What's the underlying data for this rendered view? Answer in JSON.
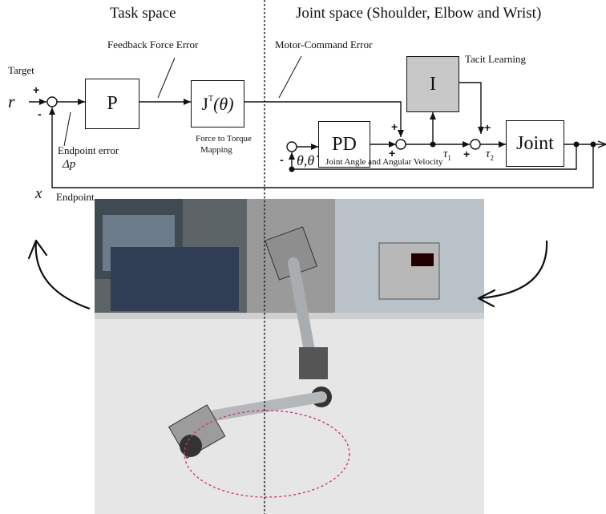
{
  "headers": {
    "task_space": "Task space",
    "joint_space": "Joint space (Shoulder, Elbow and Wrist)"
  },
  "labels": {
    "target": "Target",
    "r": "r",
    "feedback_force_error": "Feedback Force Error",
    "motor_command_error": "Motor-Command Error",
    "tacit_learning": "Tacit Learning",
    "endpoint_error": "Endpoint error",
    "delta_p": "Δp",
    "force_to_torque": "Force to Torque",
    "mapping": "Mapping",
    "joint_angle": "Joint Angle and Angular Velocity",
    "theta": "θ,θ̇",
    "x": "x",
    "endpoint": "Endpoint",
    "tau1": "τ",
    "tau1_sub": "1",
    "tau2": "τ",
    "tau2_sub": "2"
  },
  "blocks": {
    "p": "P",
    "jt": "J",
    "jt_sup": "T",
    "jt_arg": "(θ)",
    "i": "I",
    "pd": "PD",
    "joint": "Joint"
  },
  "signs": {
    "plus": "+",
    "minus": "-"
  },
  "colors": {
    "tacit_block": "#c8c8c8",
    "trajectory": "#d0357a",
    "wall": "#e6e6e6"
  }
}
